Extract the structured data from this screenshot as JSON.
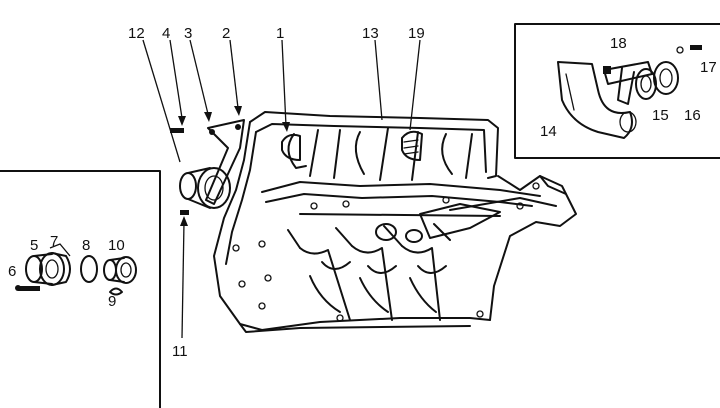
{
  "diagram": {
    "callouts": [
      {
        "id": "c1",
        "text": "1"
      },
      {
        "id": "c2",
        "text": "2"
      },
      {
        "id": "c3",
        "text": "3"
      },
      {
        "id": "c4",
        "text": "4"
      },
      {
        "id": "c5",
        "text": "5"
      },
      {
        "id": "c6",
        "text": "6"
      },
      {
        "id": "c7",
        "text": "7"
      },
      {
        "id": "c8",
        "text": "8"
      },
      {
        "id": "c9",
        "text": "9"
      },
      {
        "id": "c10",
        "text": "10"
      },
      {
        "id": "c11",
        "text": "11"
      },
      {
        "id": "c12",
        "text": "12"
      },
      {
        "id": "c13",
        "text": "13"
      },
      {
        "id": "c14",
        "text": "14"
      },
      {
        "id": "c15",
        "text": "15"
      },
      {
        "id": "c16",
        "text": "16"
      },
      {
        "id": "c17",
        "text": "17"
      },
      {
        "id": "c18",
        "text": "18"
      },
      {
        "id": "c19",
        "text": "19"
      }
    ],
    "line_color": "#111111",
    "background": "#ffffff"
  }
}
